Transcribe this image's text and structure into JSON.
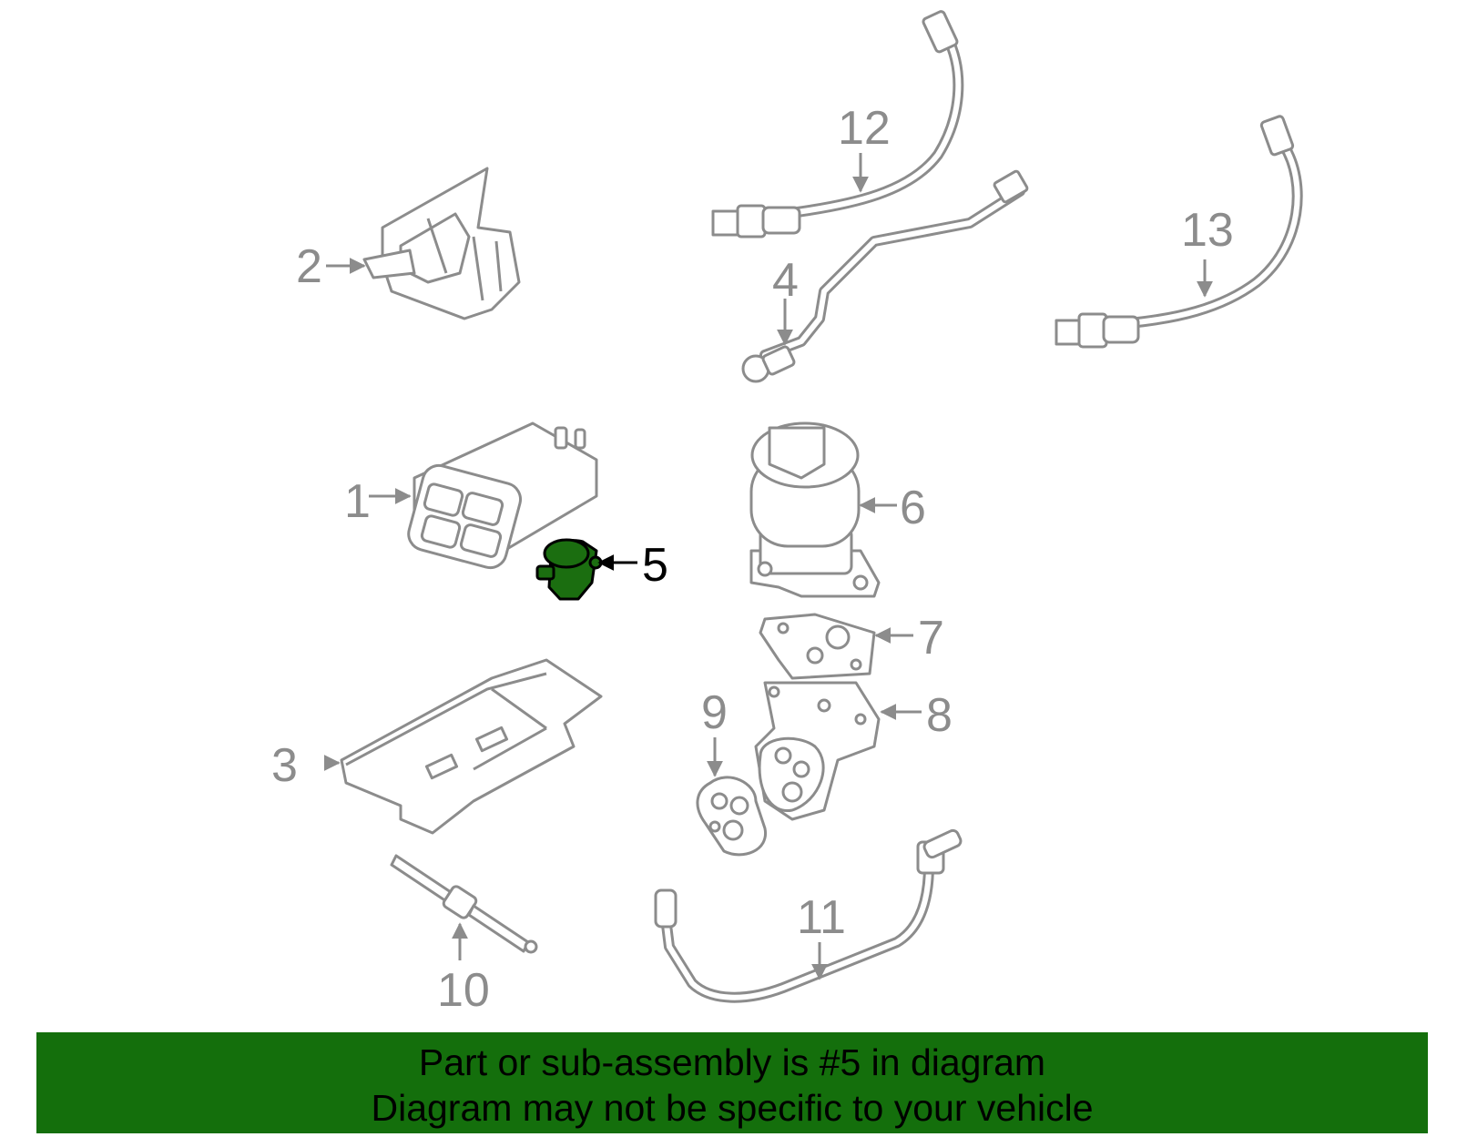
{
  "callouts": {
    "c1": "1",
    "c2": "2",
    "c3": "3",
    "c4": "4",
    "c5": "5",
    "c6": "6",
    "c7": "7",
    "c8": "8",
    "c9": "9",
    "c10": "10",
    "c11": "11",
    "c12": "12",
    "c13": "13"
  },
  "highlighted_part": "5",
  "colors": {
    "highlight": "#1b6e10",
    "banner": "#146f0c",
    "line": "#8c8c8c"
  },
  "banner": {
    "line1": "Part or sub-assembly is #5 in diagram",
    "line2": "Diagram may not be specific to your vehicle"
  }
}
